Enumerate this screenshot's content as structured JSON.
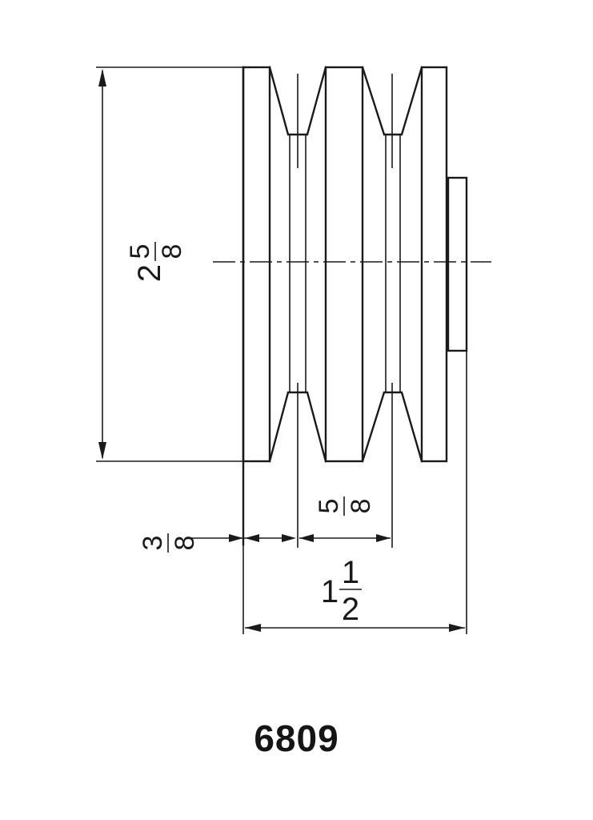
{
  "dimensions": {
    "height": {
      "whole": "2",
      "num": "5",
      "den": "8"
    },
    "flange_width": {
      "num": "3",
      "den": "8"
    },
    "groove_pitch": {
      "num": "5",
      "den": "8"
    },
    "overall_width": {
      "whole": "1",
      "num": "1",
      "den": "2"
    }
  },
  "part_number": "6809",
  "colors": {
    "line": "#1a1a1a",
    "background": "#ffffff"
  }
}
